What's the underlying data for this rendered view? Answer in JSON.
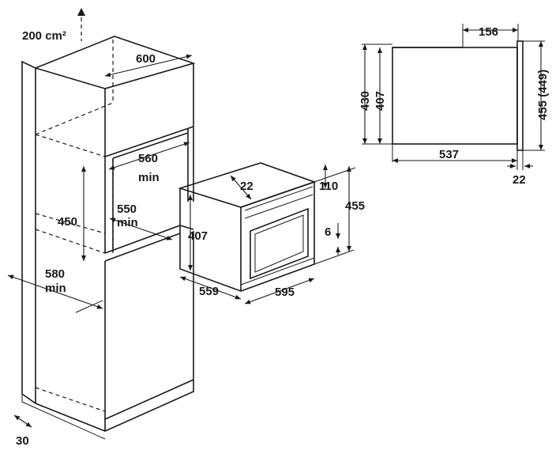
{
  "cabinet_labels": {
    "vent_area": "200 cm²",
    "width_top": "600",
    "niche_width": "560",
    "niche_width_min": "min",
    "niche_depth": "550",
    "niche_depth_min": "min",
    "niche_height": "450",
    "cabinet_depth": "580",
    "cabinet_depth_min": "min",
    "plinth": "30"
  },
  "oven_labels": {
    "top_offset": "22",
    "top_panel": "110",
    "total_height": "455",
    "body_height": "407",
    "bottom_gap": "6",
    "depth": "559",
    "width": "595"
  },
  "side_view_labels": {
    "top_depth": "156",
    "outer_height": "430",
    "inner_height": "407",
    "front_height": "455 (449)",
    "body_depth": "537",
    "front_thickness": "22"
  }
}
